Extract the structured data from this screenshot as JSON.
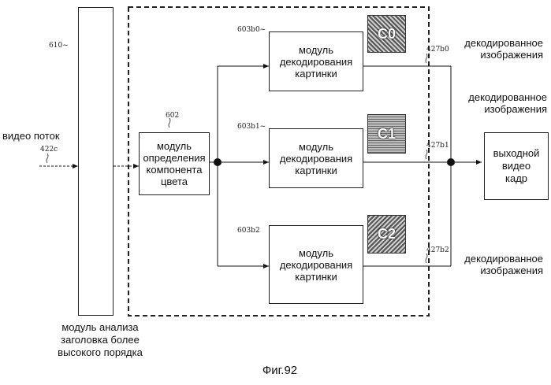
{
  "input_label": "видео поток",
  "parser": {
    "ref": "610~",
    "caption_lines": [
      "модуль анализа",
      "заголовка более",
      "высокого порядка"
    ]
  },
  "input_ref": "422c",
  "color_module": {
    "ref": "602",
    "label_lines": [
      "модуль",
      "определения",
      "компонента",
      "цвета"
    ]
  },
  "decoders": [
    {
      "ref": "603b0~",
      "label_lines": [
        "модуль",
        "декодирования",
        "картинки"
      ],
      "component": "C0",
      "out_ref": "427b0",
      "out_label_lines": [
        "декодированное",
        "изображения"
      ]
    },
    {
      "ref": "603b1~",
      "label_lines": [
        "модуль",
        "декодирования",
        "картинки"
      ],
      "component": "C1",
      "out_ref": "427b1",
      "out_label_lines": [
        "декодированное",
        "изображения"
      ]
    },
    {
      "ref": "603b2",
      "label_lines": [
        "модуль",
        "декодирования",
        "картинки"
      ],
      "component": "C2",
      "out_ref": "427b2",
      "out_label_lines": [
        "декодированное",
        "изображения"
      ]
    }
  ],
  "output": {
    "label_lines": [
      "выходной",
      "видео",
      "кадр"
    ]
  },
  "figure_caption": "Фиг.92"
}
